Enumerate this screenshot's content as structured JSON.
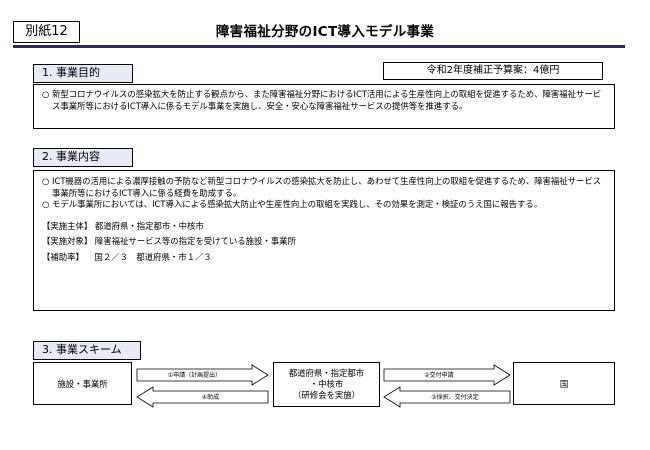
{
  "header": {
    "attachment_label": "別紙12",
    "title": "障害福祉分野のICT導入モデル事業"
  },
  "budget": "令和2年度補正予算案：4億円",
  "section1": {
    "label": "1. 事業目的",
    "mark": "○",
    "text": "新型コロナウイルスの感染拡大を防止する観点から、また障害福祉分野におけるICT活用による生産性向上の取組を促進するため、障害福祉サービス事業所等におけるICT導入に係るモデル事業を実施し、安全・安心な障害福祉サービスの提供等を推進する。"
  },
  "section2": {
    "label": "2. 事業内容",
    "paragraphs": [
      {
        "mark": "○",
        "text": "ICT機器の活用による濃厚接触の予防など新型コロナウイルスの感染拡大を防止し、あわせて生産性向上の取組を促進するため、障害福祉サービス事業所等におけるICT導入に係る経費を助成する。"
      },
      {
        "mark": "○",
        "text": "モデル事業所においては、ICT導入による感染拡大防止や生産性向上の取組を実践し、その効果を測定・検証のうえ国に報告する。"
      }
    ],
    "details": [
      {
        "key": "【実施主体】",
        "value": "都道府県・指定都市・中核市"
      },
      {
        "key": "【実施対象】",
        "value": "障害福祉サービス等の指定を受けている施設・事業所"
      },
      {
        "key": "【補助率】",
        "value": "国２／３　都道府県・市１／３"
      }
    ]
  },
  "section3": {
    "label": "3. 事業スキーム",
    "nodes": {
      "facility": "施設・事業所",
      "pref_lines": [
        "都道府県・指定都市",
        "・中核市",
        "（研修会を実施）"
      ],
      "country": "国"
    },
    "arrows": {
      "apply": "①申請（計画提出）",
      "subsidy": "④助成",
      "grant_apply": "②交付申請",
      "decision": "③採択、交付決定"
    }
  }
}
